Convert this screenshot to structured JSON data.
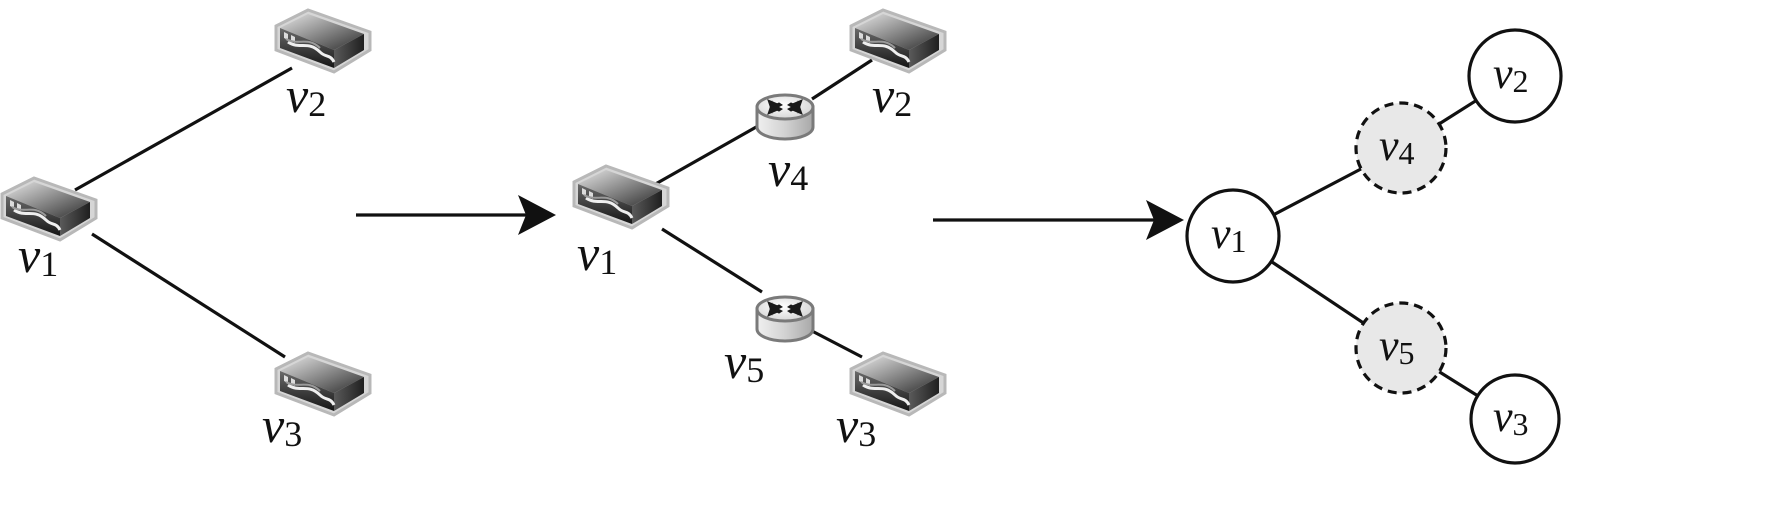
{
  "colors": {
    "stroke": "#111111",
    "host_dark": "#3a3a3a",
    "host_mid": "#8a8a8a",
    "host_light": "#d6d6d6",
    "router_body": "#e6e6e6",
    "router_top": "#f4f4f4",
    "virtual_fill": "#e8e8e8",
    "real_fill": "#ffffff"
  },
  "icons": {
    "host": "network-switch-icon",
    "router": "router-icon"
  },
  "panels": [
    {
      "id": "physical",
      "nodes": [
        {
          "id": "v1",
          "kind": "host",
          "label": "v",
          "sub": "1"
        },
        {
          "id": "v2",
          "kind": "host",
          "label": "v",
          "sub": "2"
        },
        {
          "id": "v3",
          "kind": "host",
          "label": "v",
          "sub": "3"
        }
      ],
      "edges": [
        [
          "v1",
          "v2"
        ],
        [
          "v1",
          "v3"
        ]
      ]
    },
    {
      "id": "with-routers",
      "nodes": [
        {
          "id": "v1",
          "kind": "host",
          "label": "v",
          "sub": "1"
        },
        {
          "id": "v2",
          "kind": "host",
          "label": "v",
          "sub": "2"
        },
        {
          "id": "v3",
          "kind": "host",
          "label": "v",
          "sub": "3"
        },
        {
          "id": "v4",
          "kind": "router",
          "label": "v",
          "sub": "4"
        },
        {
          "id": "v5",
          "kind": "router",
          "label": "v",
          "sub": "5"
        }
      ],
      "edges": [
        [
          "v1",
          "v4"
        ],
        [
          "v4",
          "v2"
        ],
        [
          "v1",
          "v5"
        ],
        [
          "v5",
          "v3"
        ]
      ]
    },
    {
      "id": "graph",
      "nodes": [
        {
          "id": "v1",
          "kind": "real",
          "label": "v",
          "sub": "1"
        },
        {
          "id": "v2",
          "kind": "real",
          "label": "v",
          "sub": "2"
        },
        {
          "id": "v3",
          "kind": "real",
          "label": "v",
          "sub": "3"
        },
        {
          "id": "v4",
          "kind": "virtual",
          "label": "v",
          "sub": "4"
        },
        {
          "id": "v5",
          "kind": "virtual",
          "label": "v",
          "sub": "5"
        }
      ],
      "edges": [
        [
          "v1",
          "v4"
        ],
        [
          "v4",
          "v2"
        ],
        [
          "v1",
          "v5"
        ],
        [
          "v5",
          "v3"
        ]
      ]
    }
  ],
  "arrows": [
    {
      "from": "physical",
      "to": "with-routers"
    },
    {
      "from": "with-routers",
      "to": "graph"
    }
  ]
}
